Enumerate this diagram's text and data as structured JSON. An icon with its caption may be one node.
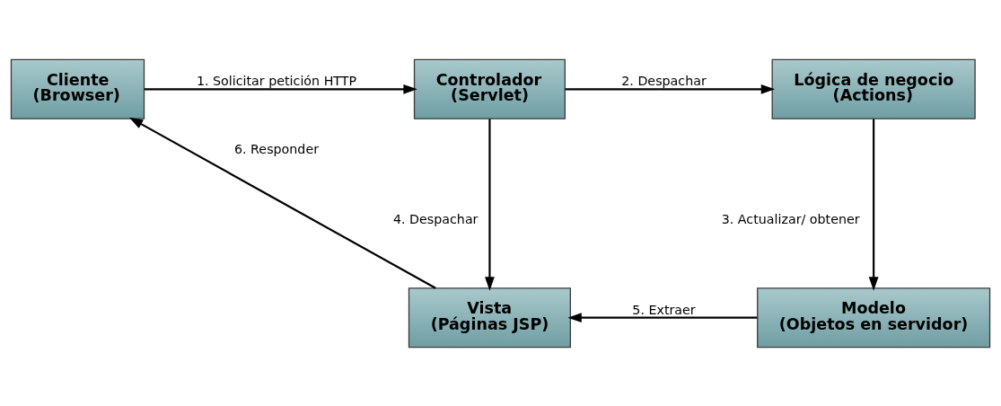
{
  "diagram": {
    "nodes": [
      {
        "text": [
          "Cliente (Browser)"
        ]
      },
      {
        "text": [
          "Controlador (Servlet)"
        ]
      },
      {
        "text": [
          "Lógica de negocio (Actions)"
        ]
      },
      {
        "text": [
          "Vista (Páginas JSP)"
        ]
      },
      {
        "text": [
          "Modelo (Objetos en servidor)"
        ]
      }
    ],
    "edges": [
      {
        "from": 0,
        "to": 1,
        "arrow": "to",
        "label": "1. Solicitar petición HTTP"
      },
      {
        "from": 1,
        "to": 2,
        "arrow": "to",
        "label": "2. Despachar"
      },
      {
        "from": 2,
        "to": 4,
        "arrow": "to",
        "label": "3. Actualizar/ obtener"
      },
      {
        "from": 1,
        "to": 3,
        "arrow": "to",
        "label": "4. Despachar"
      },
      {
        "from": 4,
        "to": 3,
        "arrow": "to",
        "label": "5. Extraer"
      },
      {
        "from": 3,
        "to": 0,
        "arrow": "to",
        "label": "6. Responder"
      }
    ]
  }
}
